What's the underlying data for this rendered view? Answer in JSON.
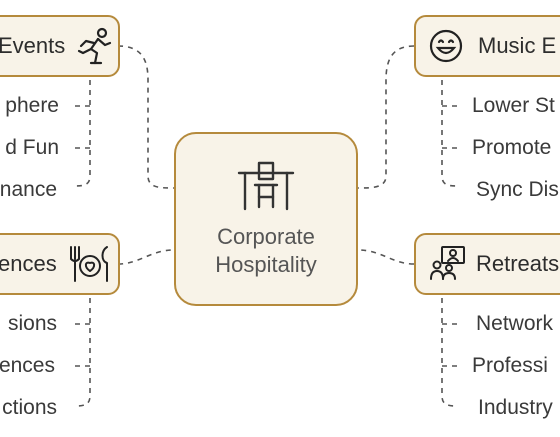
{
  "center": {
    "title_line1": "Corporate",
    "title_line2": "Hospitality",
    "icon": "chair-table-icon"
  },
  "branches": {
    "top_left": {
      "label": "Events",
      "icon": "running-person-icon",
      "items": [
        "phere",
        "d Fun",
        "nance"
      ]
    },
    "bottom_left": {
      "label": "ences",
      "icon": "dining-heart-icon",
      "items": [
        "sions",
        "ences",
        "ctions"
      ]
    },
    "top_right": {
      "label": "Music E",
      "icon": "smiley-face-icon",
      "items": [
        "Lower St",
        "Promote",
        "Sync Dis"
      ]
    },
    "bottom_right": {
      "label": "Retreats",
      "icon": "presentation-people-icon",
      "items": [
        "Network",
        "Professi",
        "Industry"
      ]
    }
  },
  "colors": {
    "border": "#b58a3c",
    "fill": "#f8f3e8",
    "connector": "#555555"
  }
}
